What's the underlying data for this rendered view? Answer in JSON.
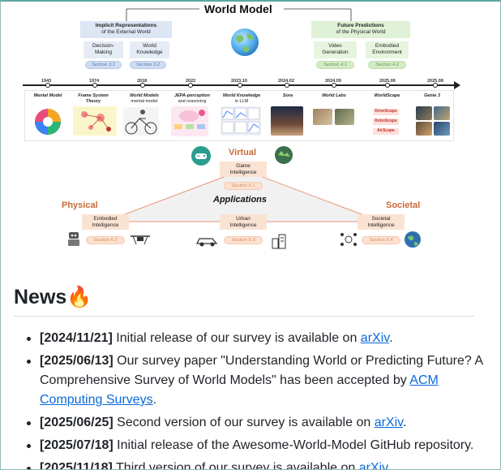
{
  "figure": {
    "title": "World Model",
    "left_group": {
      "head_line1": "Implicit Representations",
      "head_line2": "of the External World",
      "sub1_line1": "Decision-",
      "sub1_line2": "Making",
      "sub2_line1": "World",
      "sub2_line2": "Knowledge",
      "pill1": "Section 3.1",
      "pill2": "Section 3.2"
    },
    "right_group": {
      "head_line1": "Future Predictions",
      "head_line2": "of the Physical World",
      "sub1_line1": "Video",
      "sub1_line2": "Generation",
      "sub2_line1": "Embodied",
      "sub2_line2": "Environment",
      "pill1": "Section 4.1",
      "pill2": "Section 4.2"
    },
    "timeline": [
      {
        "year": "1943",
        "name_line1": "Mental Model",
        "name_line2": ""
      },
      {
        "year": "1974",
        "name_line1": "Frame System",
        "name_line2": "Theory"
      },
      {
        "year": "2018",
        "name_line1": "World Models",
        "name_line2": "mental model"
      },
      {
        "year": "2022",
        "name_line1": "JEPA-perception",
        "name_line2": "and reasoning"
      },
      {
        "year": "2023.10",
        "name_line1": "World Knowledge",
        "name_line2": "in LLM"
      },
      {
        "year": "2024.02",
        "name_line1": "Sora",
        "name_line2": ""
      },
      {
        "year": "2024.09",
        "name_line1": "World Labs",
        "name_line2": ""
      },
      {
        "year": "2025.06",
        "name_line1": "WorldScape",
        "name_line2": ""
      },
      {
        "year": "2025.08",
        "name_line1": "Genie 3",
        "name_line2": ""
      }
    ],
    "worldscape_items": [
      "DriveScape",
      "RoboScape",
      "AirScape"
    ],
    "applications": {
      "title": "Applications",
      "virtual": "Virtual",
      "physical": "Physical",
      "societal": "Societal",
      "game_line1": "Game",
      "game_line2": "Intelligence",
      "game_pill": "Section 5.1",
      "embodied_line1": "Embodied",
      "embodied_line2": "Intelligence",
      "embodied_pill": "Section 5.2",
      "urban_line1": "Urban",
      "urban_line2": "Intelligence",
      "urban_pill": "Section 5.3",
      "societal_line1": "Societal",
      "societal_line2": "Intelligence",
      "societal_pill": "Section 5.4"
    }
  },
  "news": {
    "title": "News",
    "emoji": "🔥",
    "items": [
      {
        "date": "[2024/11/21]",
        "text": " Initial release of our survey is available on ",
        "link": "arXiv",
        "after": "."
      },
      {
        "date": "[2025/06/13]",
        "text": " Our survey paper \"Understanding World or Predicting Future? A Comprehensive Survey of World Models\" has been accepted by ",
        "link": "ACM Computing Surveys",
        "after": "."
      },
      {
        "date": "[2025/06/25]",
        "text": " Second version of our survey is available on ",
        "link": "arXiv",
        "after": "."
      },
      {
        "date": "[2025/07/18]",
        "text": " Initial release of the Awesome-World-Model GitHub repository.",
        "link": "",
        "after": ""
      },
      {
        "date": "[2025/11/18]",
        "text": " Third version of our survey is available on ",
        "link": "arXiv",
        "after": "."
      }
    ]
  },
  "colors": {
    "accent_orange": "#c96a35",
    "link_blue": "#0969da",
    "section_blue": "#5d7fb8",
    "section_green": "#6b9c55"
  }
}
